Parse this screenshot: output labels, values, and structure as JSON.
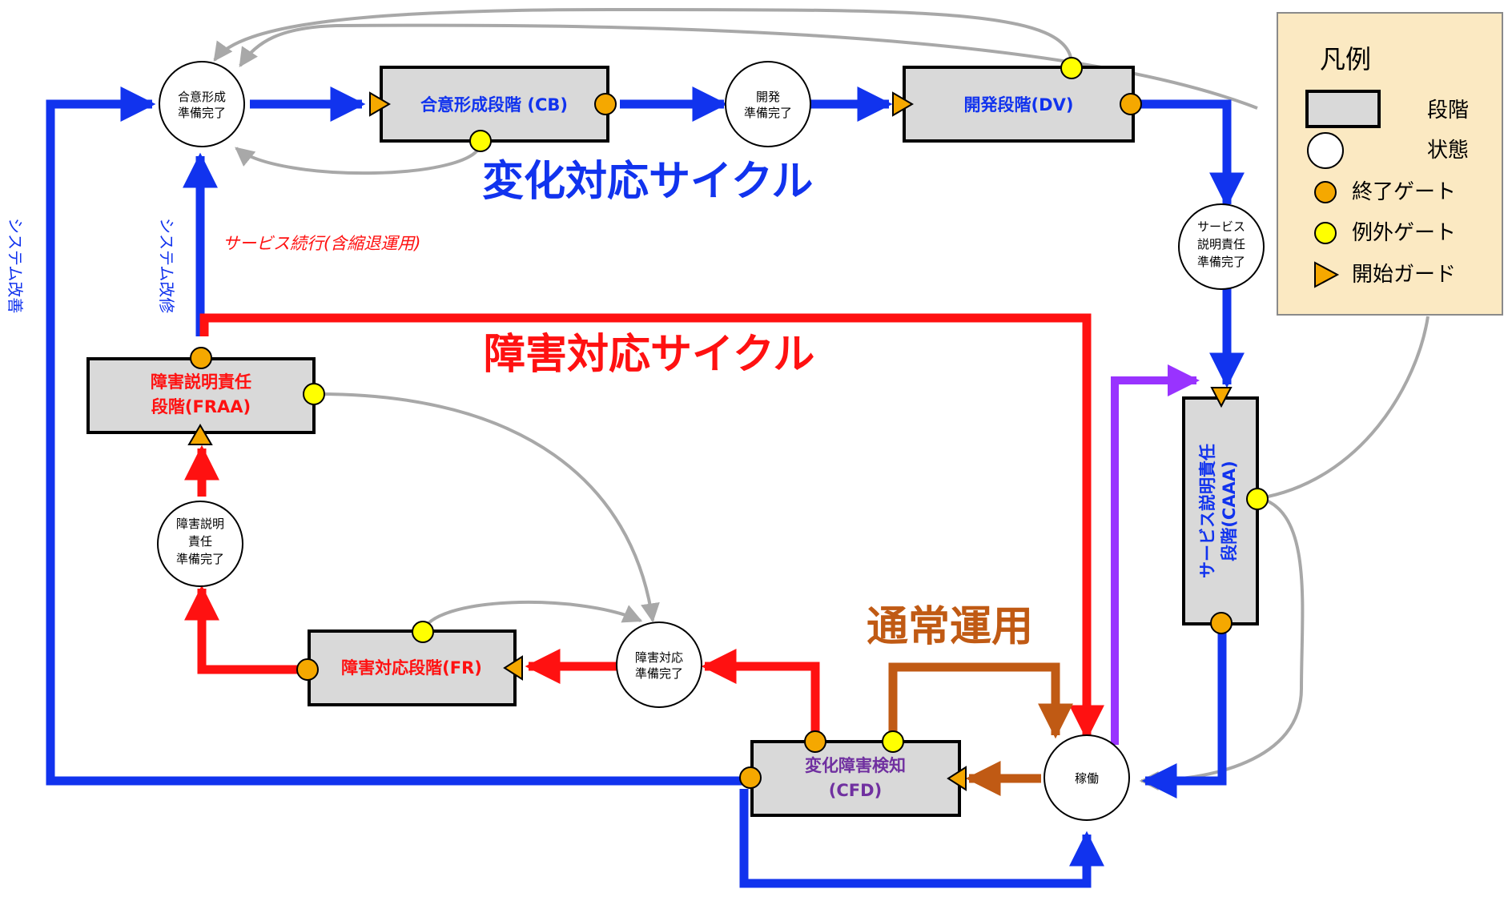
{
  "colors": {
    "change_cycle": "#1133ee",
    "failure_cycle": "#ff1111",
    "normal_operation": "#c05a14",
    "purple_path": "#9933ff",
    "exception_path": "#a8a8a8",
    "phase_fill": "#d9d9d9",
    "end_gate": "#f5a800",
    "exception_gate": "#ffff00",
    "start_guard": "#f5a800",
    "legend_bg": "#fbe9c2",
    "legend_border": "#8a8a8a",
    "cfd_text": "#7030a0"
  },
  "cycles": {
    "change": "変化対応サイクル",
    "failure": "障害対応サイクル",
    "normal": "通常運用"
  },
  "phases": {
    "cb": [
      "合意形成段階 (CB)"
    ],
    "dv": [
      "開発段階(DV)"
    ],
    "caaa": [
      "サービス説明責任",
      "段階(CAAA)"
    ],
    "fraa": [
      "障害説明責任",
      "段階(FRAA)"
    ],
    "fr": [
      "障害対応段階(FR)"
    ],
    "cfd": [
      "変化障害検知",
      "(CFD)"
    ]
  },
  "states": {
    "cb_ready": [
      "合意形成",
      "準備完了"
    ],
    "dev_ready": [
      "開発",
      "準備完了"
    ],
    "svc_ready": [
      "サービス",
      "説明責任",
      "準備完了"
    ],
    "fail_acct_ready": [
      "障害説明",
      "責任",
      "準備完了"
    ],
    "fail_resp_ready": [
      "障害対応",
      "準備完了"
    ],
    "operation": [
      "稼働"
    ]
  },
  "labels": {
    "system_improve_outer": "システム改善",
    "system_improve_inner": "システム改修",
    "service_continue": "サービス続行(含縮退運用)"
  },
  "legend": {
    "title": "凡例",
    "phase": "段階",
    "state": "状態",
    "end_gate": "終了ゲート",
    "exception_gate": "例外ゲート",
    "start_guard": "開始ガード"
  }
}
